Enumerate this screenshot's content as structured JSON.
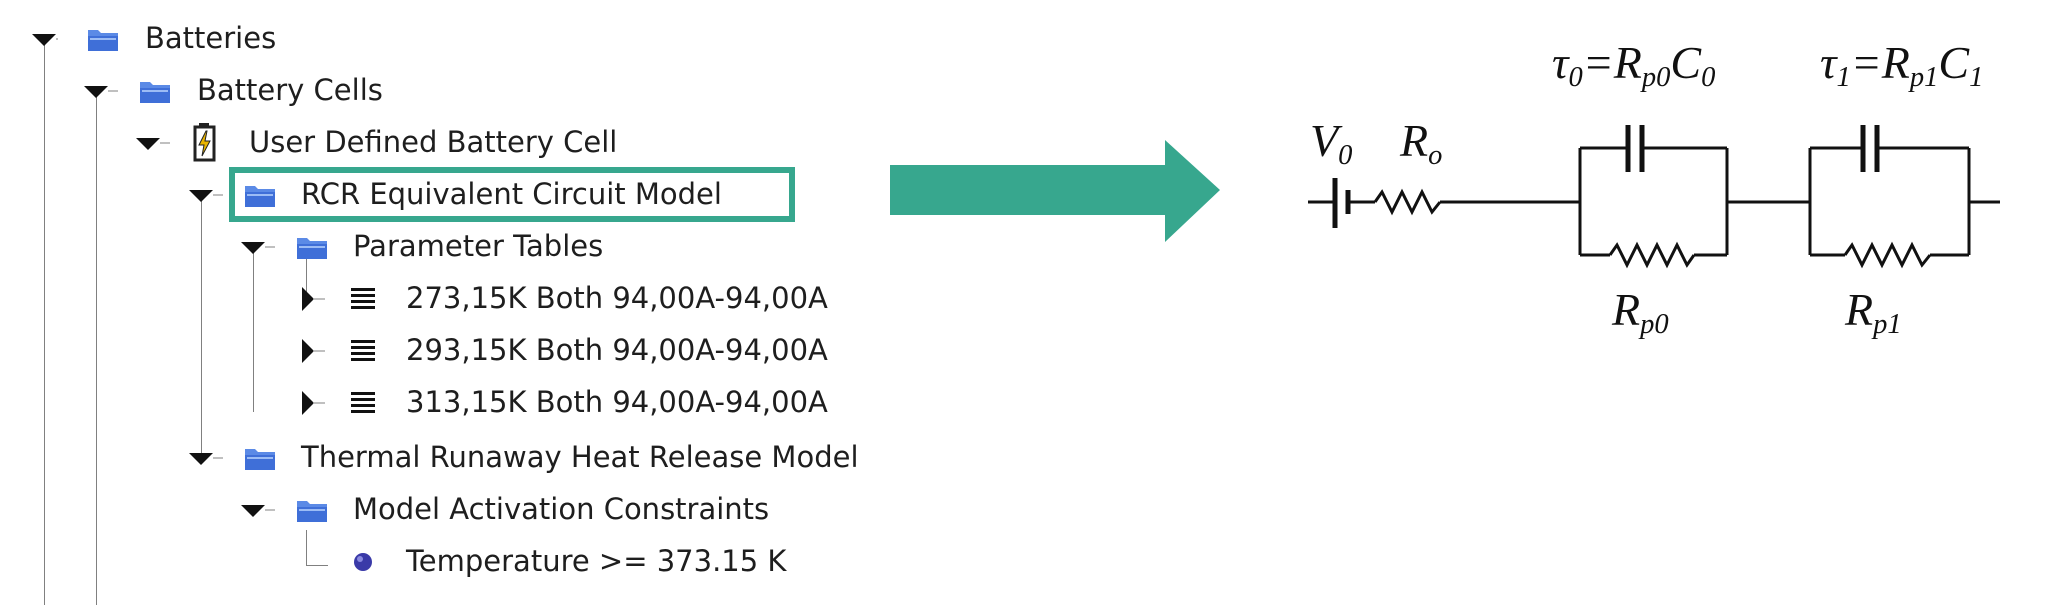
{
  "tree": {
    "items": [
      {
        "label": "Batteries",
        "icon": "folder-icon"
      },
      {
        "label": "Battery Cells",
        "icon": "folder-icon"
      },
      {
        "label": "User Defined Battery Cell",
        "icon": "battery-icon"
      },
      {
        "label": "RCR Equivalent Circuit Model",
        "icon": "folder-icon"
      },
      {
        "label": "Parameter Tables",
        "icon": "folder-icon"
      },
      {
        "label": "273,15K Both 94,00A-94,00A",
        "icon": "table-icon"
      },
      {
        "label": "293,15K Both 94,00A-94,00A",
        "icon": "table-icon"
      },
      {
        "label": "313,15K Both 94,00A-94,00A",
        "icon": "table-icon"
      },
      {
        "label": "Thermal Runaway Heat Release Model",
        "icon": "folder-icon"
      },
      {
        "label": "Model Activation Constraints",
        "icon": "folder-icon"
      },
      {
        "label": "Temperature >= 373.15 K",
        "icon": "dot-icon"
      }
    ]
  },
  "circuit": {
    "v0": {
      "base": "V",
      "sub": "0"
    },
    "ro": {
      "base": "R",
      "sub": "o"
    },
    "tau0": {
      "lhs": "τ",
      "lhs_sub": "0",
      "eq": "=",
      "r": "R",
      "r_sub": "p0",
      "c": "C",
      "c_sub": "0"
    },
    "tau1": {
      "lhs": "τ",
      "lhs_sub": "1",
      "eq": "=",
      "r": "R",
      "r_sub": "p1",
      "c": "C",
      "c_sub": "1"
    },
    "rp0": {
      "base": "R",
      "sub": "p0"
    },
    "rp1": {
      "base": "R",
      "sub": "p1"
    }
  },
  "colors": {
    "highlight": "#37a78e",
    "arrow": "#37a78e",
    "folder": "#3f6fd8",
    "dot": "#3a3aa8"
  }
}
